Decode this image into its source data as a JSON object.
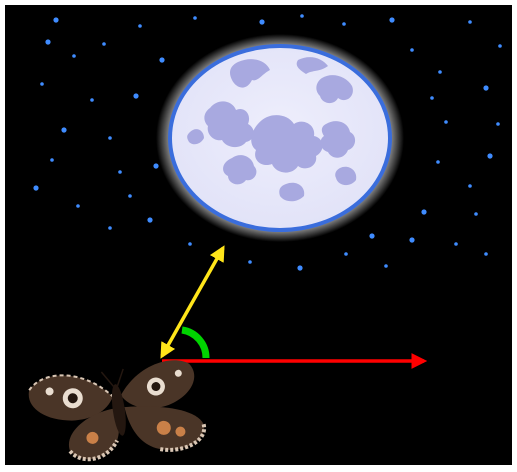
{
  "scene": {
    "colors": {
      "frame": "#ffffff",
      "sky": "#000000",
      "star": "#3f8cff",
      "moon_fill": "#e2e3f8",
      "moon_shadow": "#a8a9e0",
      "moon_glow": "#ffffff",
      "moon_rim": "#3a6ddc",
      "moonlight_arrow": "#ffe51a",
      "flight_arrow": "#ff0000",
      "angle_arc": "#00d400",
      "moth_wing": "#4a3527",
      "moth_wing_dark": "#241710",
      "moth_spot_orange": "#c98048",
      "moth_spot_white": "#e9ddd0",
      "moth_edge": "#d9c6b4"
    },
    "icons": {
      "moon": "full-moon",
      "moth": "moth",
      "moonlight_arrow": "double-headed-arrow",
      "flight_arrow": "right-arrow",
      "angle": "angle-arc"
    }
  }
}
